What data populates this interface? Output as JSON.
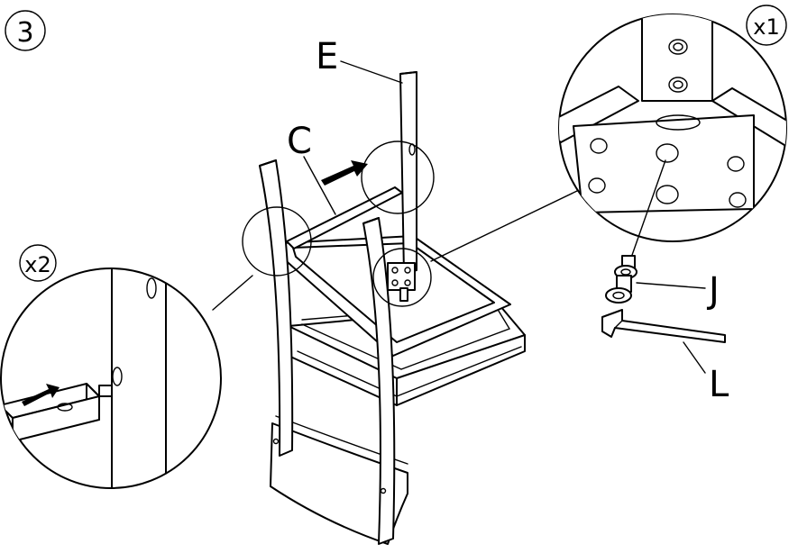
{
  "step": {
    "number": "3"
  },
  "labels": {
    "part_e": "E",
    "part_c": "C",
    "part_j": "J",
    "part_l": "L"
  },
  "quantities": {
    "left_detail": "x2",
    "right_detail": "x1"
  }
}
